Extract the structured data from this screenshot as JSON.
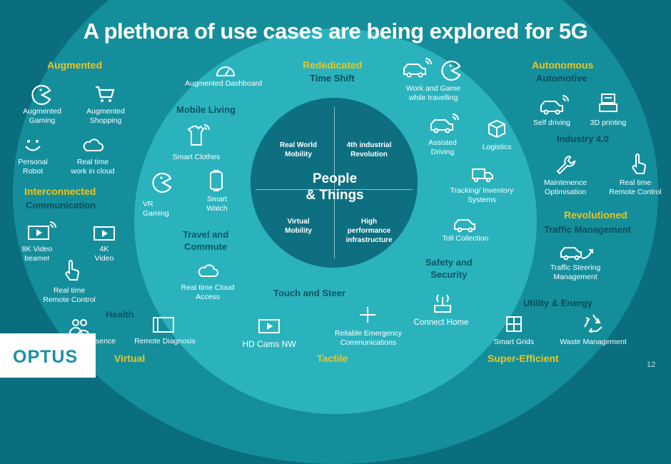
{
  "title": "A plethora of use cases are being explored for 5G",
  "core": {
    "title": "People\n& Things",
    "quadrants": [
      "Real World\nMobility",
      "4th industrial\nRevolution",
      "Virtual\nMobility",
      "High\nperformance\ninfrastructure"
    ]
  },
  "categories": {
    "augmented": "Augmented",
    "interconnected": "Interconnected",
    "interconnected_sub": "Communication",
    "health": "Health",
    "virtual": "Virtual",
    "rededicated": "Rededicated",
    "rededicated_sub": "Time Shift",
    "tactile": "Tactile",
    "autonomous": "Autonomous",
    "autonomous_sub": "Automotive",
    "industry": "Industry 4.0",
    "revolutioned": "Revolutioned",
    "revolutioned_sub": "Traffic Management",
    "utility": "Utility & Energy",
    "super": "Super-Efficient"
  },
  "sections": {
    "mobile_living": "Mobile Living",
    "travel": "Travel and\nCommute",
    "touch": "Touch and Steer",
    "safety": "Safety and\nSecurity"
  },
  "items": {
    "aug_gaming": "Augmented\nGaming",
    "aug_shopping": "Augmented\nShopping",
    "personal_robot": "Personal\nRobot",
    "realtime_cloud": "Real time\nwork in cloud",
    "video8k": "8K Video\nbeamer",
    "video4k": "4K\nVideo",
    "remote_control_left": "Real time\nRemote Control",
    "presence": "sence",
    "remote_diagnosis": "Remote Diagnosis",
    "aug_dashboard": "Augmented Dashboard",
    "smart_clothes": "Smart Clothes",
    "vr_gaming": "VR\nGaming",
    "smart_watch": "Smart\nWatch",
    "cloud_access": "Real time Cloud\nAccess",
    "hd_cams": "HD Cams NW",
    "emergency": "Reliable Emergency\nCommunications",
    "work_game": "Work and Game\nwhile travelling",
    "assisted_driving": "Assisted\nDriving",
    "logistics": "Logistics",
    "tracking": "Tracking/ Inventory\nSystems",
    "toll": "Toll Collection",
    "connect_home": "Connect Home",
    "self_driving": "Self driving",
    "printing3d": "3D printing",
    "maintenance": "Maintenence\nOptimisation",
    "remote_control_right": "Real time\nRemote Control",
    "traffic_steering": "Traffic Steering\nManagement",
    "smart_grids": "Smart Grids",
    "waste": "Waste Management"
  },
  "logo": "OPTUS",
  "page_number": "12",
  "colors": {
    "background": "#0a6e7e",
    "outer_ring": "#158e9c",
    "middle_ring": "#2bb3bd",
    "core": "#0d6f80",
    "category": "#f0c419",
    "subcategory": "#0a4d5a",
    "logo": "#1d8fa6"
  }
}
